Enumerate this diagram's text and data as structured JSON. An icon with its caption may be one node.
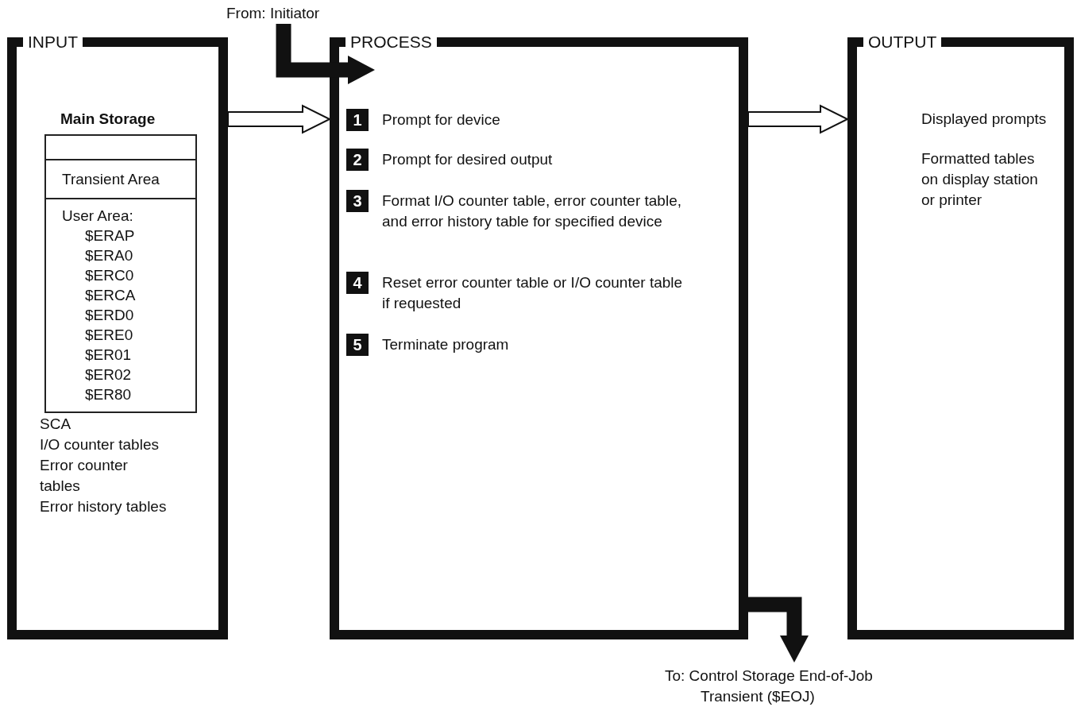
{
  "diagram": {
    "nodes": [
      {
        "text": [
          "INPUT",
          "SCA",
          "I/O counter tables",
          "Error counter tables",
          "Error history tables"
        ]
      },
      {
        "text": [
          "Main Storage"
        ],
        "in": 0
      },
      {
        "text": [],
        "shape": "box",
        "in": 1
      },
      {
        "text": [
          "Transient Area"
        ],
        "in": 1
      },
      {
        "text": [
          "User Area:",
          "$ERAP $ERA0 $ERC0 $ERCA $ERD0 $ERE0 $ER01 $ER02 $ER80"
        ],
        "in": 1
      },
      {
        "text": [
          "PROCESS"
        ]
      },
      {
        "text": [
          "1",
          "Prompt for device"
        ],
        "in": 5
      },
      {
        "text": [
          "2",
          "Prompt for desired output"
        ],
        "in": 5
      },
      {
        "text": [
          "3",
          "Format I/O counter table, error counter table, and error history table for specified device"
        ],
        "in": 5
      },
      {
        "text": [
          "4",
          "Reset error counter table or I/O counter table if requested"
        ],
        "in": 5
      },
      {
        "text": [
          "5",
          "Terminate program"
        ],
        "in": 5
      },
      {
        "text": [
          "OUTPUT",
          "Displayed prompts",
          "Formatted tables on display station or printer"
        ]
      },
      {
        "text": [
          "From: Initiator"
        ]
      },
      {
        "text": [
          "To: Control Storage End-of-Job Transient ($EOJ)"
        ]
      }
    ],
    "edges": [
      {
        "from": 0,
        "to": 5,
        "arrow": "to"
      },
      {
        "from": 12,
        "to": 5,
        "arrow": "to"
      },
      {
        "from": 5,
        "to": 11,
        "arrow": "to"
      },
      {
        "from": 5,
        "to": 13,
        "arrow": "to"
      }
    ]
  }
}
